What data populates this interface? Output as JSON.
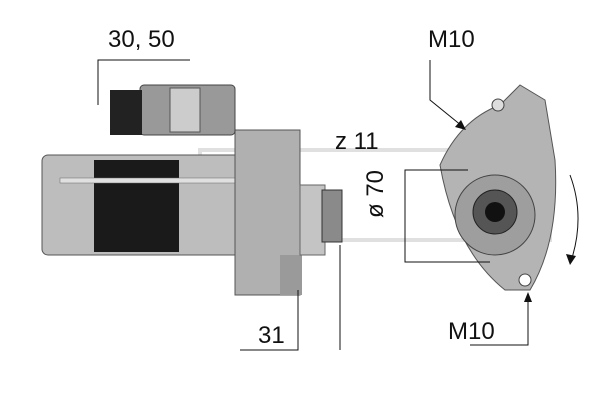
{
  "labels": {
    "terminals": "30, 50",
    "teeth": "z 11",
    "diameter": "ø 70",
    "pinion_offset": "31",
    "mount_top": "M10",
    "mount_bottom": "M10"
  },
  "colors": {
    "ink": "#111111",
    "housing": "#a8a8a8",
    "dark_band": "#1a1a1a"
  }
}
